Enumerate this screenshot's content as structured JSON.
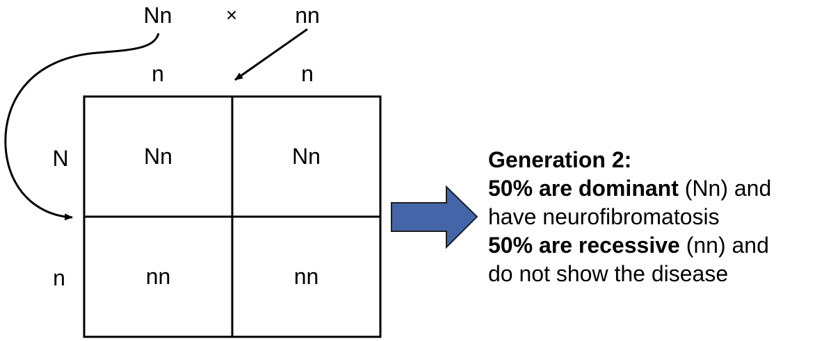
{
  "cross": {
    "parent_1": "Nn",
    "operator": "×",
    "parent_2": "nn"
  },
  "punnett": {
    "column_alleles": [
      "n",
      "n"
    ],
    "row_alleles": [
      "N",
      "n"
    ],
    "cells": [
      [
        "Nn",
        "Nn"
      ],
      [
        "nn",
        "nn"
      ]
    ]
  },
  "summary": {
    "heading": "Generation 2:",
    "dominant_bold": "50% are dominant",
    "dominant_rest": " (Nn) and",
    "dominant_line2": "have neurofibromatosis",
    "recessive_bold": "50% are recessive",
    "recessive_rest": " (nn) and",
    "recessive_line2": "do not show the disease"
  },
  "colors": {
    "result_arrow_fill": "#4466a8",
    "result_arrow_stroke": "#1f1f1f",
    "line": "#000000"
  }
}
